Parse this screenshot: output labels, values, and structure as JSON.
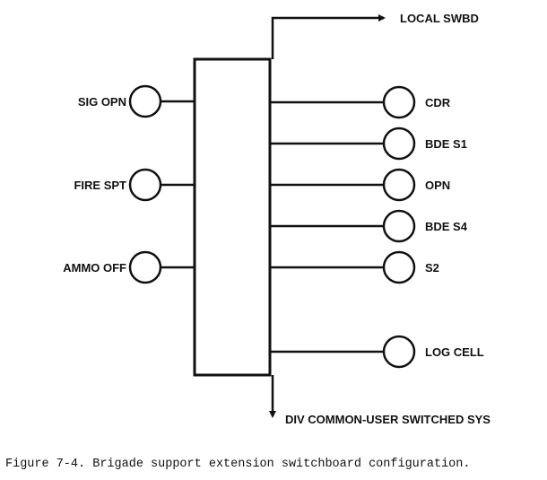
{
  "diagram": {
    "top_output": "LOCAL SWBD",
    "bottom_output": "DIV COMMON-USER SWITCHED SYS",
    "left_stations": [
      "SIG OPN",
      "FIRE SPT",
      "AMMO OFF"
    ],
    "right_stations": [
      "CDR",
      "BDE S1",
      "OPN",
      "BDE S4",
      "S2",
      "LOG CELL"
    ]
  },
  "caption": "Figure 7-4. Brigade support extension switchboard configuration."
}
